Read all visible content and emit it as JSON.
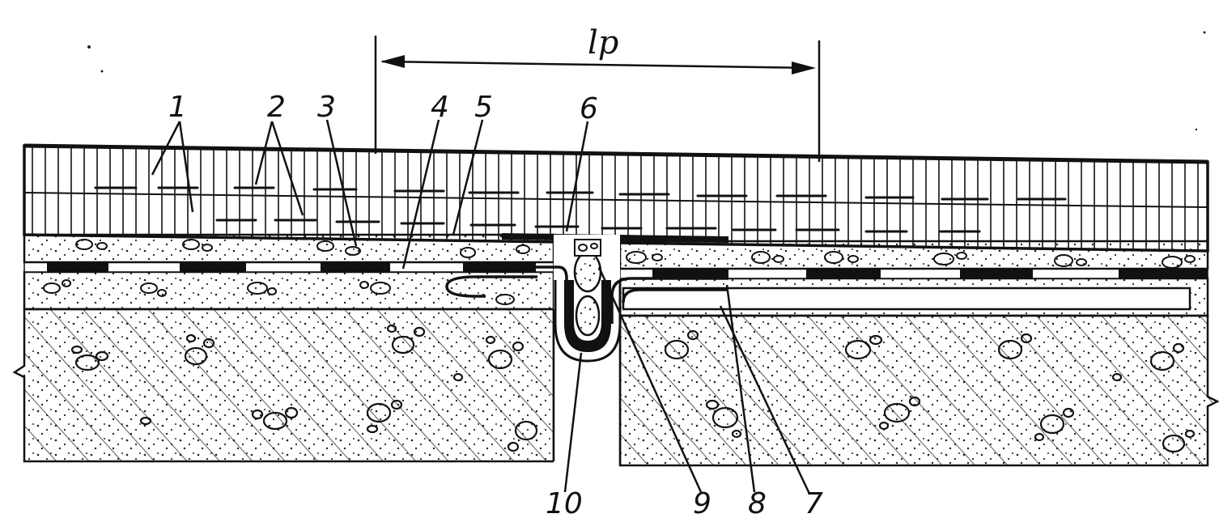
{
  "labels": {
    "n1": "1",
    "n2": "2",
    "n3": "3",
    "n4": "4",
    "n5": "5",
    "n6": "6",
    "n7": "7",
    "n8": "8",
    "n9": "9",
    "n10": "10"
  },
  "dimension": {
    "label": "lp"
  },
  "colors": {
    "ink": "#111111",
    "paper": "#ffffff"
  }
}
